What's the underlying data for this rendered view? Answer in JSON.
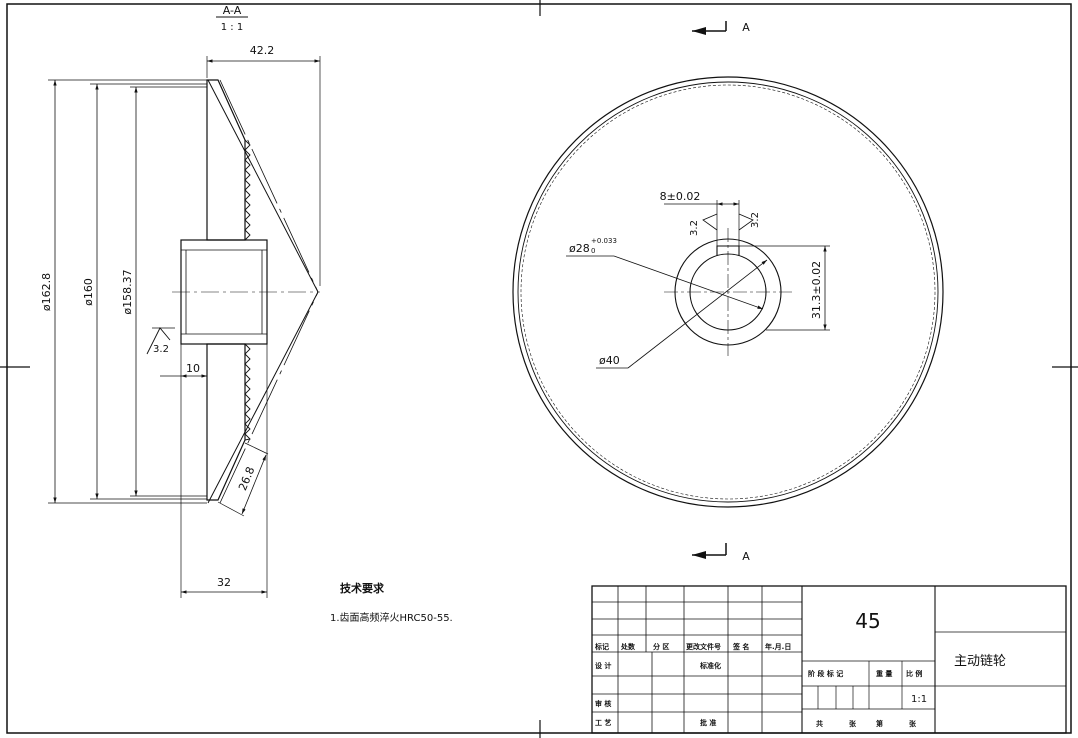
{
  "section": {
    "label": "A-A",
    "scale": "1 : 1"
  },
  "view_marks": {
    "top": "A",
    "bottom": "A"
  },
  "dims": {
    "width_422": "42.2",
    "d1628": "ø162.8",
    "d160": "ø160",
    "d15837": "ø158.37",
    "rough1": "3.2",
    "w10": "10",
    "w268": "26.8",
    "w32": "32",
    "key_width": "8±0.02",
    "rough_key1": "3.2",
    "rough_key2": "3.2",
    "bore": "ø28",
    "bore_tol_up": "+0.033",
    "bore_tol_lo": "0",
    "hub_dia": "ø40",
    "keyway_depth": "31.3±0.02"
  },
  "notes": {
    "title": "技术要求",
    "item1": "1.齿面高频淬火HRC50-55."
  },
  "title_block": {
    "material": "45",
    "part_name": "主动链轮",
    "scale": "1:1",
    "labels": {
      "mark": "标记",
      "count": "处数",
      "zone": "分 区",
      "doc_no": "更改文件号",
      "sign": "签 名",
      "date": "年.月.日",
      "design": "设 计",
      "standardize": "标准化",
      "stage_mark": "阶 段 标 记",
      "weight": "重 量",
      "ratio": "比 例",
      "review": "审 核",
      "process": "工 艺",
      "approve": "批 准",
      "total": "共",
      "sheets": "张",
      "no": "第",
      "sheet": "张"
    }
  }
}
